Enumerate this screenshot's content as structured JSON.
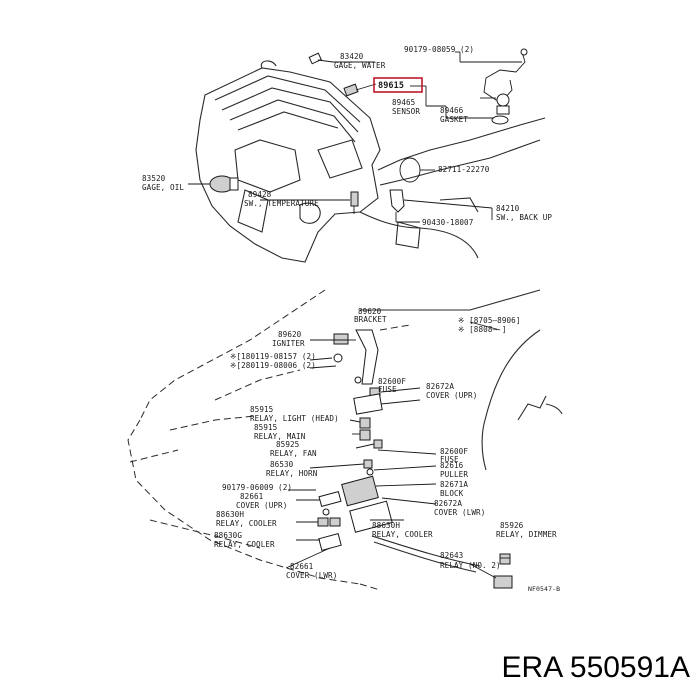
{
  "engine_labels": [
    {
      "id": "gage-water",
      "number": "83420",
      "name": "GAGE, WATER"
    },
    {
      "id": "hl-part",
      "number": "89615",
      "name": ""
    },
    {
      "id": "gasket",
      "number": "90179-08059 (2)",
      "name": ""
    },
    {
      "id": "sensor",
      "number": "89465",
      "name": "SENSOR"
    },
    {
      "id": "gasket2",
      "number": "89466",
      "name": "GASKET"
    },
    {
      "id": "gage-oil",
      "number": "83520",
      "name": "GAGE, OIL"
    },
    {
      "id": "sw-temp",
      "number": "89428",
      "name": "SW., TEMPERATURE"
    },
    {
      "id": "clamp",
      "number": "82711-22270",
      "name": ""
    },
    {
      "id": "sw-back",
      "number": "84210",
      "name": "SW., BACK UP"
    },
    {
      "id": "bolt",
      "number": "90430-18007",
      "name": ""
    }
  ],
  "lower_labels": [
    {
      "id": "bracket",
      "number": "89620",
      "name": "BRACKET"
    },
    {
      "id": "igniter",
      "number": "89620",
      "name": "IGNITER"
    },
    {
      "id": "screw1",
      "number": "※[180119-08157 (2)",
      "name": ""
    },
    {
      "id": "screw2",
      "number": "※[280119-08006 (2)",
      "name": ""
    },
    {
      "id": "fuse1",
      "number": "82600F",
      "name": "FUSE"
    },
    {
      "id": "cover-upr",
      "number": "82672A",
      "name": "COVER (UPR)"
    },
    {
      "id": "relay-head",
      "number": "85915",
      "name": "RELAY, LIGHT (HEAD)"
    },
    {
      "id": "relay-main",
      "number": "85915",
      "name": "RELAY, MAIN"
    },
    {
      "id": "relay-fan",
      "number": "85925",
      "name": "RELAY, FAN"
    },
    {
      "id": "fuse2",
      "number": "82600F",
      "name": "FUSE"
    },
    {
      "id": "relay-horn",
      "number": "86530",
      "name": "RELAY, HORN"
    },
    {
      "id": "puller",
      "number": "82616",
      "name": "PULLER"
    },
    {
      "id": "clip",
      "number": "90179-06009 (2)",
      "name": ""
    },
    {
      "id": "block",
      "number": "82671A",
      "name": "BLOCK"
    },
    {
      "id": "cover-upr2",
      "number": "82661",
      "name": "COVER (UPR)"
    },
    {
      "id": "relay-cooler1",
      "number": "88630H",
      "name": "RELAY, COOLER"
    },
    {
      "id": "cover-lwr",
      "number": "82672A",
      "name": "COVER (LWR)"
    },
    {
      "id": "relay-cooler2",
      "number": "88630G",
      "name": "RELAY, COOLER"
    },
    {
      "id": "relay-cooler3",
      "number": "88630H",
      "name": "RELAY, COOLER"
    },
    {
      "id": "relay-dimmer",
      "number": "85926",
      "name": "RELAY, DIMMER"
    },
    {
      "id": "relay-no2",
      "number": "82643",
      "name": "RELAY (NO. 2)"
    },
    {
      "id": "cover-lwr2",
      "number": "82661",
      "name": "COVER (LWR)"
    }
  ],
  "date_legend": {
    "line1": "※ [8705–8906]",
    "line2": "※ [8808–    ]"
  },
  "fig_code": "NF0547-B",
  "brand_line": "ERA 550591A",
  "colors": {
    "highlight": "#c0182c",
    "ink": "#1a1a1a"
  }
}
